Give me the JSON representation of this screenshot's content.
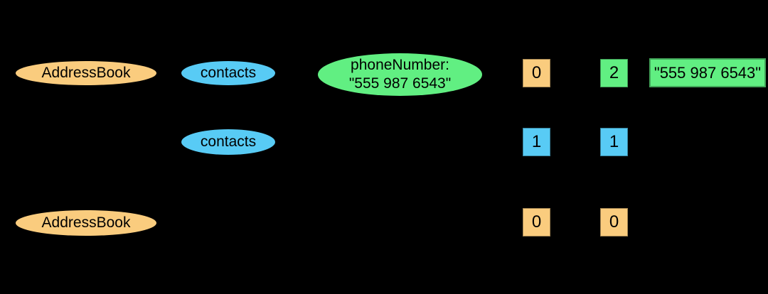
{
  "diagram": {
    "background": "#000000",
    "palette": {
      "orange": "#FACC7E",
      "blue": "#58CBF5",
      "green": "#61EF82",
      "text": "#000000"
    },
    "row1": {
      "addressbook_label": "AddressBook",
      "contacts_label": "contacts",
      "phone_line1": "phoneNumber:",
      "phone_line2": "\"555 987 6543\"",
      "index_cell": "0",
      "count_cell": "2",
      "value_box": "\"555 987 6543\""
    },
    "row2": {
      "contacts_label": "contacts",
      "index_cell": "1",
      "count_cell": "1"
    },
    "row3": {
      "addressbook_label": "AddressBook",
      "index_cell": "0",
      "count_cell": "0"
    }
  }
}
